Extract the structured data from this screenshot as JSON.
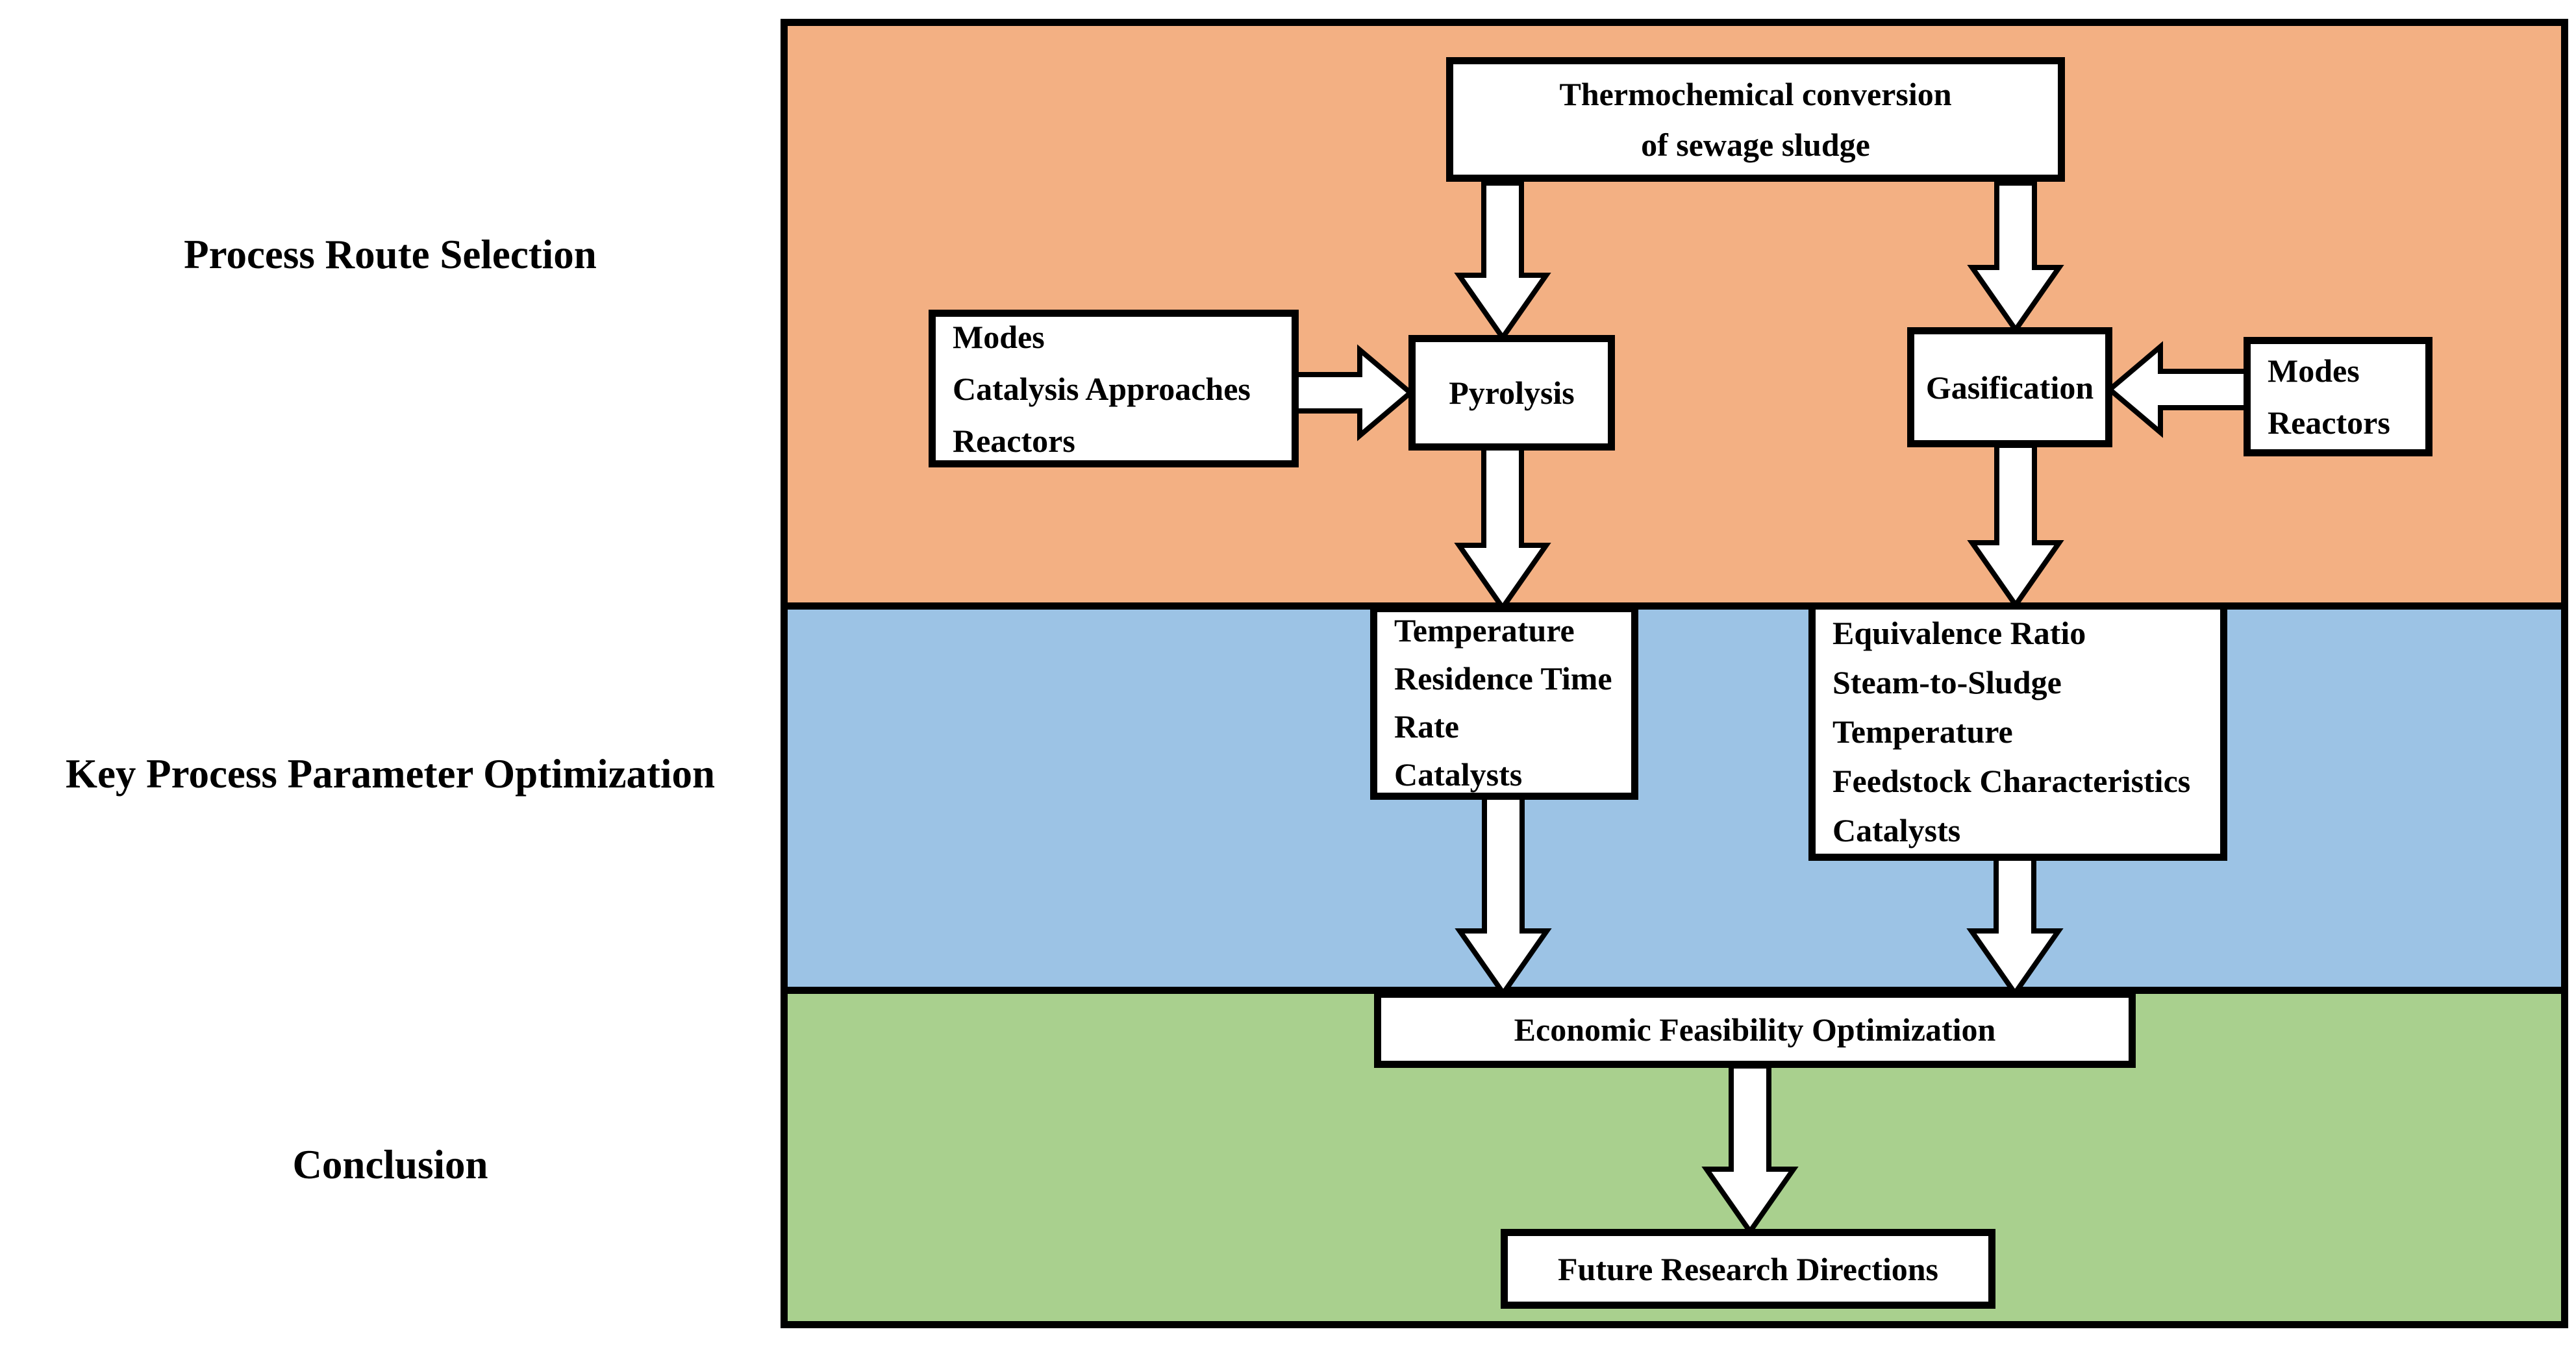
{
  "colors": {
    "orange": "#F3B083",
    "blue": "#9CC3E5",
    "green": "#A9D08E",
    "box_bg": "#FFFFFF",
    "border": "#000000"
  },
  "side_labels": [
    {
      "label": "Process Route Selection"
    },
    {
      "label": "Key Process Parameter Optimization"
    },
    {
      "label": "Conclusion"
    }
  ],
  "diagram": {
    "top_box": {
      "lines": [
        "Thermochemical conversion",
        "of sewage sludge"
      ]
    },
    "pyrolysis_inputs": {
      "lines": [
        "Modes",
        "Catalysis Approaches",
        "Reactors"
      ]
    },
    "pyrolysis": {
      "label": "Pyrolysis"
    },
    "gasification": {
      "label": "Gasification"
    },
    "gasification_inputs": {
      "lines": [
        "Modes",
        "Reactors"
      ]
    },
    "pyrolysis_parameters": {
      "lines": [
        "Temperature",
        "Residence Time",
        "Rate",
        "Catalysts"
      ]
    },
    "gasification_parameters": {
      "lines": [
        "Equivalence Ratio",
        "Steam-to-Sludge",
        "Temperature",
        "Feedstock Characteristics",
        "Catalysts"
      ]
    },
    "economic": {
      "label": "Economic Feasibility Optimization"
    },
    "future": {
      "label": "Future Research Directions"
    }
  }
}
